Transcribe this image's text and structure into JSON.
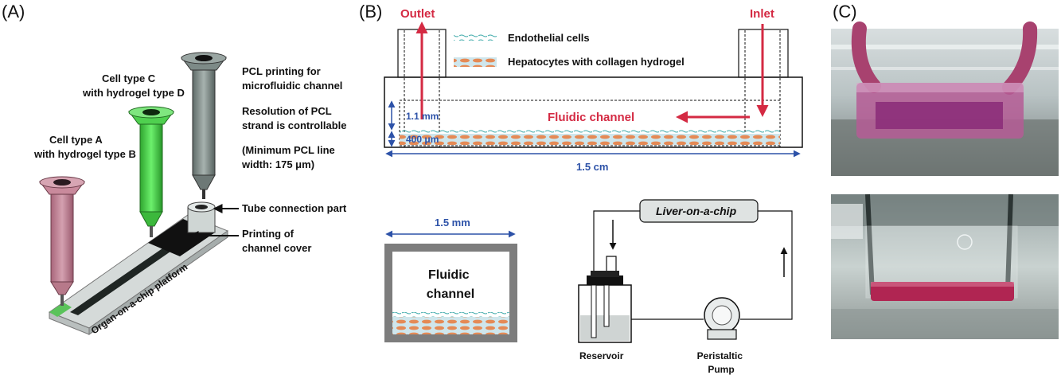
{
  "panel_labels": {
    "a": "(A)",
    "b": "(B)",
    "c": "(C)"
  },
  "panel_a": {
    "syringe_pink_label": [
      "Cell type A",
      "with hydrogel  type B"
    ],
    "syringe_green_label": [
      "Cell type C",
      "with hydrogel  type D"
    ],
    "pcl_printing": [
      "PCL printing for",
      "microfluidic channel"
    ],
    "resolution": [
      "Resolution of PCL",
      "strand is controllable"
    ],
    "min_width": [
      "(Minimum PCL line",
      "width: 175 μm)"
    ],
    "tube_connection": "Tube connection part",
    "channel_cover": [
      "Printing of",
      "channel cover"
    ],
    "platform": "Organ-on-a-chip platform",
    "colors": {
      "pink": "#c98a9c",
      "green": "#4fd04f",
      "gray": "#7d8a87"
    }
  },
  "panel_b": {
    "outlet": "Outlet",
    "inlet": "Inlet",
    "legend_endothelial": "Endothelial cells",
    "legend_hepatocytes": "Hepatocytes with collagen hydrogel",
    "fluidic_channel": "Fluidic channel",
    "dim_height": "1.1 mm",
    "dim_layer": "400 μm",
    "dim_length": "1.5 cm",
    "cross_width": "1.5 mm",
    "cross_label": [
      "Fluidic",
      "channel"
    ],
    "chip_label": "Liver-on-a-chip",
    "reservoir": "Reservoir",
    "pump": [
      "Peristaltic",
      "Pump"
    ],
    "colors": {
      "accent": "#d42a43",
      "dimension": "#2d52a8",
      "hepatocyte": "#e58a55"
    }
  }
}
